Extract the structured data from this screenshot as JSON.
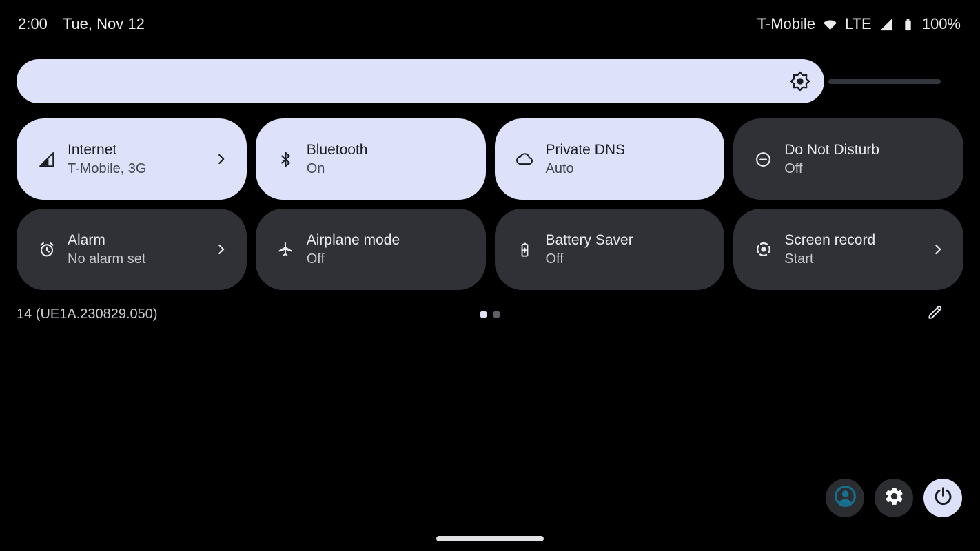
{
  "status_bar": {
    "time": "2:00",
    "date": "Tue, Nov 12",
    "carrier": "T-Mobile",
    "network_type": "LTE",
    "battery_level": "100%"
  },
  "brightness_slider": {
    "level_percent": 87
  },
  "tiles": [
    {
      "title": "Internet",
      "subtitle": "T-Mobile, 3G",
      "state": "active",
      "icon": "signal-strength-icon",
      "has_chevron": true
    },
    {
      "title": "Bluetooth",
      "subtitle": "On",
      "state": "active",
      "icon": "bluetooth-icon",
      "has_chevron": false
    },
    {
      "title": "Private DNS",
      "subtitle": "Auto",
      "state": "active",
      "icon": "cloud-icon",
      "has_chevron": false
    },
    {
      "title": "Do Not Disturb",
      "subtitle": "Off",
      "state": "inactive",
      "icon": "do-not-disturb-icon",
      "has_chevron": false
    },
    {
      "title": "Alarm",
      "subtitle": "No alarm set",
      "state": "inactive",
      "icon": "alarm-icon",
      "has_chevron": true
    },
    {
      "title": "Airplane mode",
      "subtitle": "Off",
      "state": "inactive",
      "icon": "airplane-icon",
      "has_chevron": false
    },
    {
      "title": "Battery Saver",
      "subtitle": "Off",
      "state": "inactive",
      "icon": "battery-saver-icon",
      "has_chevron": false
    },
    {
      "title": "Screen record",
      "subtitle": "Start",
      "state": "inactive",
      "icon": "screen-record-icon",
      "has_chevron": true
    }
  ],
  "footer": {
    "build_number": "14 (UE1A.230829.050)",
    "page_count": 2,
    "active_page": 1
  },
  "colors": {
    "background": "#000000",
    "tile_active_bg": "#dde1f9",
    "tile_inactive_bg": "#2f3136",
    "user_icon_accent": "#17708f"
  }
}
